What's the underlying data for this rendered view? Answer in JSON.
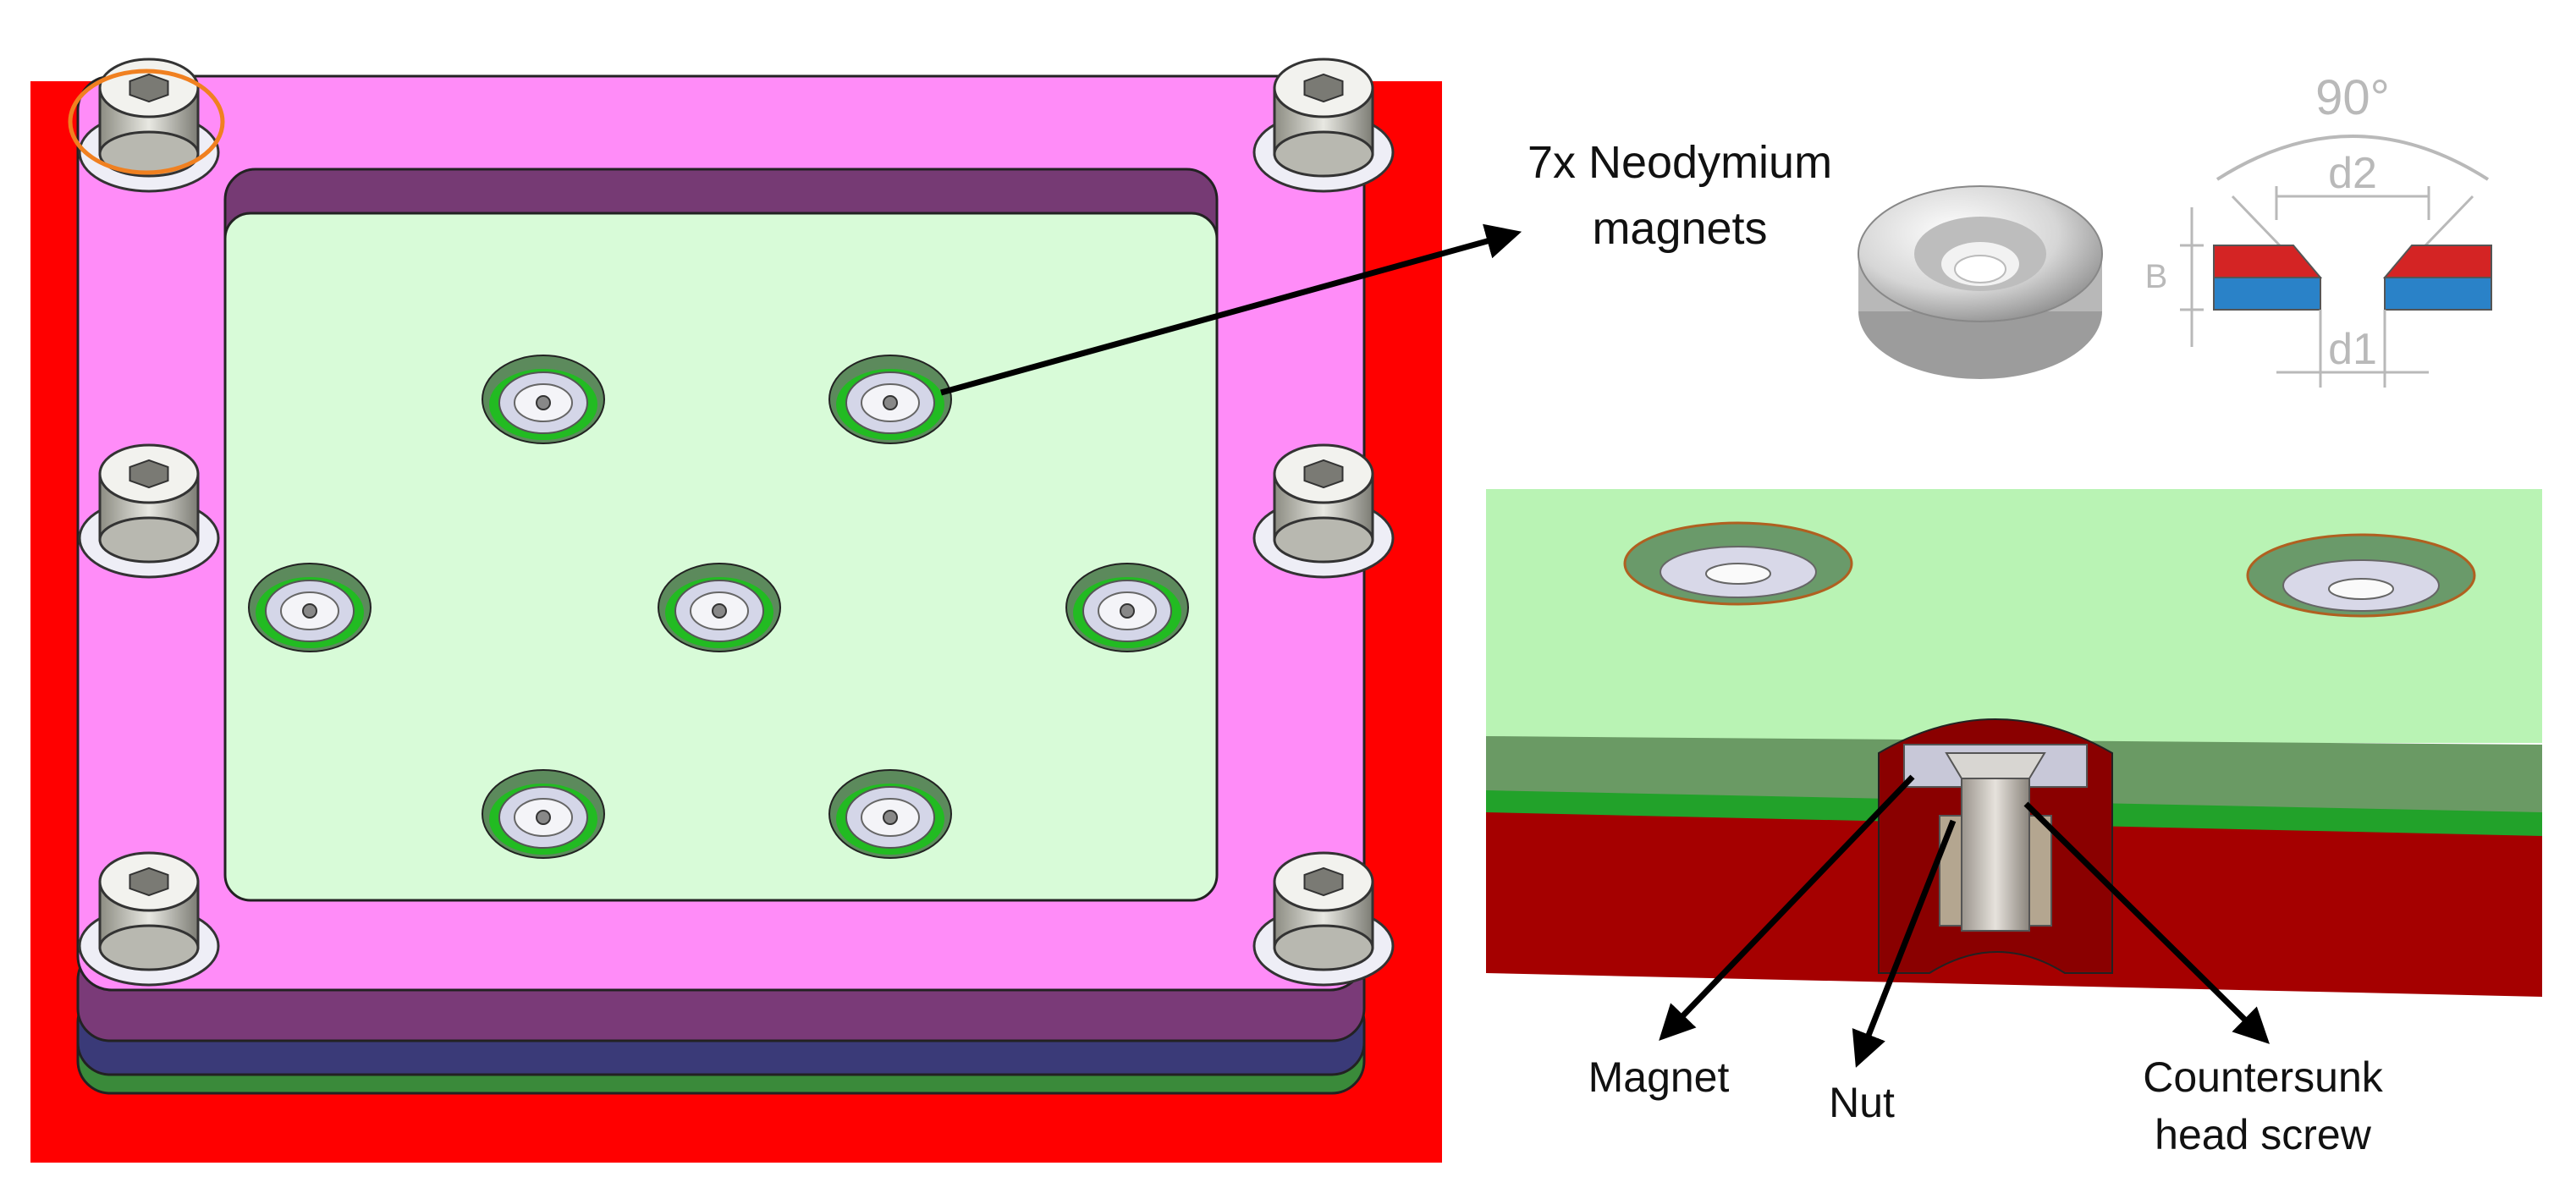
{
  "colors": {
    "base_plate": "#ff0000",
    "top_plate": "#ff8cf8",
    "recess_floor": "#d8fbd8",
    "magnet_ring": "#5c8a5c",
    "screw_metal": "#d4d4d4",
    "highlight_circle": "#f08020",
    "section_red": "#a50000",
    "section_green": "#22a22a",
    "section_top": "#b9f3b4",
    "dim_red": "#d42424",
    "dim_blue": "#2a82c8"
  },
  "labels": {
    "magnets_callout_line1": "7x Neodymium",
    "magnets_callout_line2": "magnets",
    "angle": "90°",
    "d2": "d2",
    "d1": "d1",
    "b": "B",
    "magnet": "Magnet",
    "nut": "Nut",
    "screw_line1": "Countersunk",
    "screw_line2": "head screw"
  },
  "icons": {
    "bolt": "hex-socket-bolt-icon",
    "magnet": "countersunk-magnet-icon",
    "arrow": "arrow-icon"
  }
}
